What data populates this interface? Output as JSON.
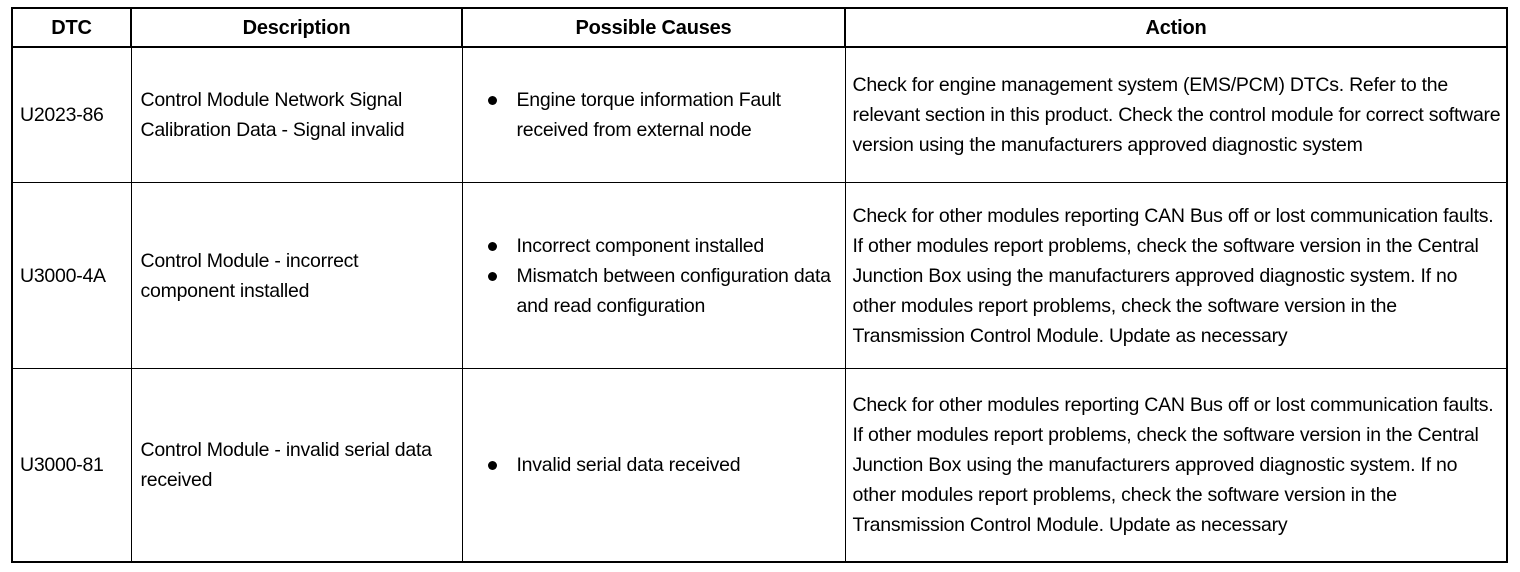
{
  "table": {
    "name": "dtc-diagnostic-table",
    "columns": [
      {
        "key": "dtc",
        "label": "DTC"
      },
      {
        "key": "desc",
        "label": "Description"
      },
      {
        "key": "cause",
        "label": "Possible Causes"
      },
      {
        "key": "action",
        "label": "Action"
      }
    ],
    "rows": [
      {
        "dtc": "U2023-86",
        "description": "Control Module Network Signal Calibration Data - Signal invalid",
        "causes": [
          "Engine torque information Fault received from external node"
        ],
        "action": "Check for engine management system (EMS/PCM) DTCs. Refer to the relevant section in this product. Check the control module for correct software version using the manufacturers approved diagnostic system"
      },
      {
        "dtc": "U3000-4A",
        "description": "Control Module - incorrect component installed",
        "causes": [
          "Incorrect component installed",
          "Mismatch between configuration data and read configuration"
        ],
        "action": "Check for other modules reporting CAN Bus off or lost communication faults. If other modules report problems, check the software version in the Central Junction Box using the manufacturers approved diagnostic system. If no other modules report problems, check the software version in the Transmission Control Module. Update as necessary"
      },
      {
        "dtc": "U3000-81",
        "description": "Control Module - invalid serial data received",
        "causes": [
          "Invalid serial data received"
        ],
        "action": "Check for other modules reporting CAN Bus off or lost communication faults. If other modules report problems, check the software version in the Central Junction Box using the manufacturers approved diagnostic system. If no other modules report problems, check the software version in the Transmission Control Module. Update as necessary"
      }
    ]
  },
  "colors": {
    "text": "#000000",
    "background": "#ffffff",
    "border": "#000000"
  }
}
